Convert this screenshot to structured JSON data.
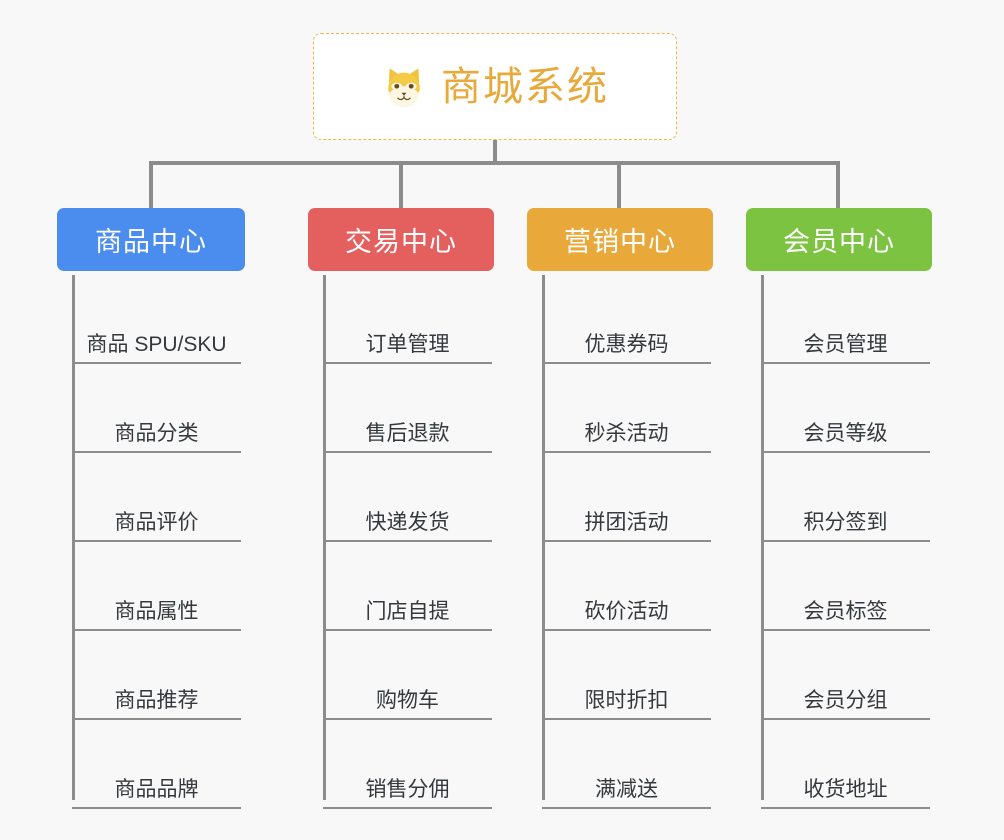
{
  "diagram": {
    "type": "mind-map",
    "background_color": "#f8f8f8",
    "connector_color": "#8c8c8c",
    "leaf_text_color": "#35393d",
    "root": {
      "title": "商城系统",
      "icon": "shiba-dog-icon",
      "border_color": "#e9b949",
      "text_color": "#e9a93a",
      "background_color": "#ffffff"
    },
    "branches": [
      {
        "label": "商品中心",
        "color": "#4a8def",
        "items": [
          "商品 SPU/SKU",
          "商品分类",
          "商品评价",
          "商品属性",
          "商品推荐",
          "商品品牌"
        ]
      },
      {
        "label": "交易中心",
        "color": "#e4605f",
        "items": [
          "订单管理",
          "售后退款",
          "快递发货",
          "门店自提",
          "购物车",
          "销售分佣"
        ]
      },
      {
        "label": "营销中心",
        "color": "#e9a93a",
        "items": [
          "优惠券码",
          "秒杀活动",
          "拼团活动",
          "砍价活动",
          "限时折扣",
          "满减送"
        ]
      },
      {
        "label": "会员中心",
        "color": "#7cc342",
        "items": [
          "会员管理",
          "会员等级",
          "积分签到",
          "会员标签",
          "会员分组",
          "收货地址"
        ]
      }
    ]
  }
}
